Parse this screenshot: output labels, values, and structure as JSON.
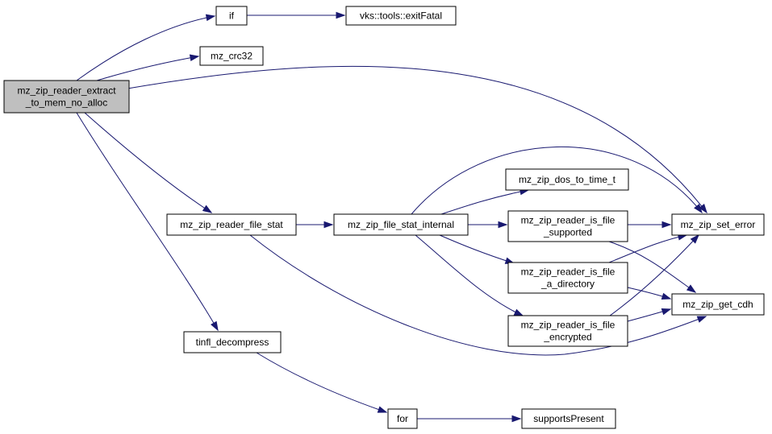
{
  "diagram": {
    "root": "mz_zip_reader_extract_to_mem_no_alloc",
    "nodes": [
      {
        "id": "root",
        "lines": [
          "mz_zip_reader_extract",
          "_to_mem_no_alloc"
        ],
        "is_root": true
      },
      {
        "id": "if",
        "lines": [
          "if"
        ]
      },
      {
        "id": "exitFatal",
        "lines": [
          "vks::tools::exitFatal"
        ]
      },
      {
        "id": "crc32",
        "lines": [
          "mz_crc32"
        ]
      },
      {
        "id": "file_stat",
        "lines": [
          "mz_zip_reader_file_stat"
        ]
      },
      {
        "id": "stat_internal",
        "lines": [
          "mz_zip_file_stat_internal"
        ]
      },
      {
        "id": "dos_to_time",
        "lines": [
          "mz_zip_dos_to_time_t"
        ]
      },
      {
        "id": "is_supported",
        "lines": [
          "mz_zip_reader_is_file",
          "_supported"
        ]
      },
      {
        "id": "is_directory",
        "lines": [
          "mz_zip_reader_is_file",
          "_a_directory"
        ]
      },
      {
        "id": "is_encrypted",
        "lines": [
          "mz_zip_reader_is_file",
          "_encrypted"
        ]
      },
      {
        "id": "set_error",
        "lines": [
          "mz_zip_set_error"
        ]
      },
      {
        "id": "get_cdh",
        "lines": [
          "mz_zip_get_cdh"
        ]
      },
      {
        "id": "tinfl",
        "lines": [
          "tinfl_decompress"
        ]
      },
      {
        "id": "for",
        "lines": [
          "for"
        ]
      },
      {
        "id": "supportsPresent",
        "lines": [
          "supportsPresent"
        ]
      }
    ],
    "edges": [
      {
        "from": "root",
        "to": "if"
      },
      {
        "from": "if",
        "to": "exitFatal"
      },
      {
        "from": "root",
        "to": "crc32"
      },
      {
        "from": "root",
        "to": "set_error"
      },
      {
        "from": "root",
        "to": "file_stat"
      },
      {
        "from": "root",
        "to": "tinfl"
      },
      {
        "from": "file_stat",
        "to": "stat_internal"
      },
      {
        "from": "file_stat",
        "to": "get_cdh"
      },
      {
        "from": "stat_internal",
        "to": "set_error"
      },
      {
        "from": "stat_internal",
        "to": "dos_to_time"
      },
      {
        "from": "stat_internal",
        "to": "is_supported"
      },
      {
        "from": "stat_internal",
        "to": "is_directory"
      },
      {
        "from": "stat_internal",
        "to": "is_encrypted"
      },
      {
        "from": "is_supported",
        "to": "set_error"
      },
      {
        "from": "is_supported",
        "to": "get_cdh"
      },
      {
        "from": "is_directory",
        "to": "set_error"
      },
      {
        "from": "is_directory",
        "to": "get_cdh"
      },
      {
        "from": "is_encrypted",
        "to": "set_error"
      },
      {
        "from": "is_encrypted",
        "to": "get_cdh"
      },
      {
        "from": "tinfl",
        "to": "for"
      },
      {
        "from": "for",
        "to": "supportsPresent"
      }
    ],
    "colors": {
      "edge": "#191970",
      "root_fill": "#bfbfbf",
      "node_fill": "#ffffff",
      "node_border": "#000000"
    }
  }
}
